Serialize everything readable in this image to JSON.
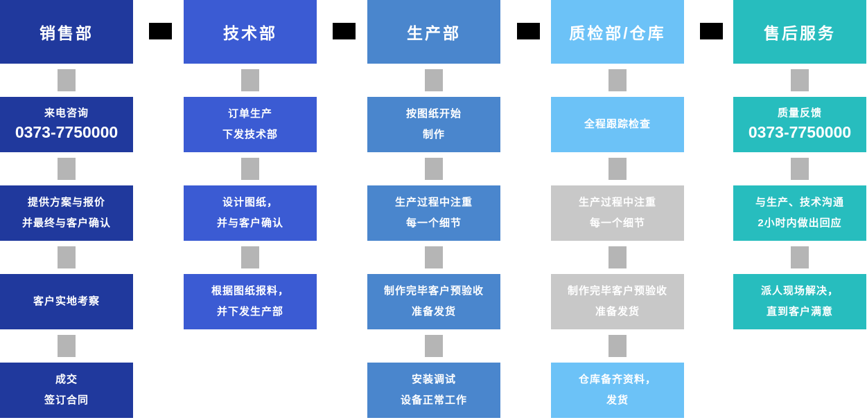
{
  "palette": {
    "sales": "#20399d",
    "tech": "#3b5bd3",
    "production": "#4a86cd",
    "qa_warehouse": "#6cc2f7",
    "after_sales": "#27bdbe",
    "muted_box": "#c8c8c8",
    "connector": "#b5b5b5",
    "arrow": "#000000",
    "text": "#ffffff"
  },
  "columns": [
    {
      "header": "销售部",
      "steps": [
        {
          "lines": [
            "来电咨询",
            "0373-7750000"
          ]
        },
        {
          "lines": [
            "提供方案与报价",
            "并最终与客户确认"
          ]
        },
        {
          "lines": [
            "客户实地考察"
          ]
        },
        {
          "lines": [
            "成交",
            "签订合同"
          ]
        }
      ]
    },
    {
      "header": "技术部",
      "steps": [
        {
          "lines": [
            "订单生产",
            "下发技术部"
          ]
        },
        {
          "lines": [
            "设计图纸，",
            "并与客户确认"
          ]
        },
        {
          "lines": [
            "根据图纸报料，",
            "并下发生产部"
          ]
        }
      ]
    },
    {
      "header": "生产部",
      "steps": [
        {
          "lines": [
            "按图纸开始",
            "制作"
          ]
        },
        {
          "lines": [
            "生产过程中注重",
            "每一个细节"
          ]
        },
        {
          "lines": [
            "制作完毕客户预验收",
            "准备发货"
          ]
        },
        {
          "lines": [
            "安装调试",
            "设备正常工作"
          ]
        }
      ]
    },
    {
      "header": "质检部/仓库",
      "steps": [
        {
          "lines": [
            "全程跟踪检查"
          ]
        },
        {
          "lines": [
            "生产过程中注重",
            "每一个细节"
          ],
          "muted": true
        },
        {
          "lines": [
            "制作完毕客户预验收",
            "准备发货"
          ],
          "muted": true
        },
        {
          "lines": [
            "仓库备齐资料，",
            "发货"
          ]
        }
      ]
    },
    {
      "header": "售后服务",
      "steps": [
        {
          "lines": [
            "质量反馈",
            "0373-7750000"
          ]
        },
        {
          "lines": [
            "与生产、技术沟通",
            "2小时内做出回应"
          ]
        },
        {
          "lines": [
            "派人现场解决，",
            "直到客户满意"
          ]
        }
      ]
    }
  ]
}
